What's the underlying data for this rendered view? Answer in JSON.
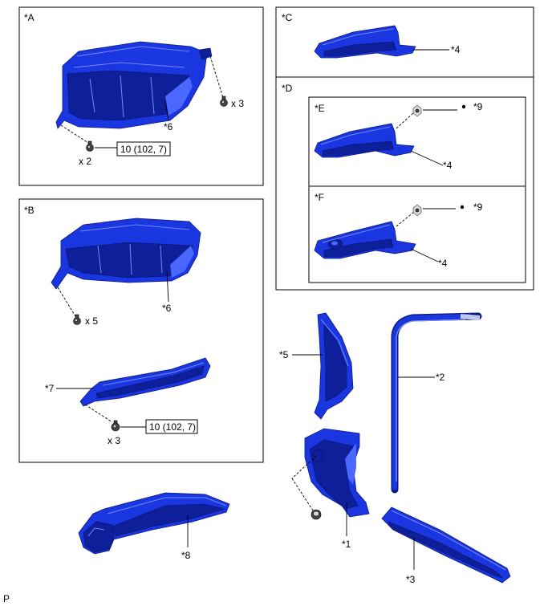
{
  "panels": {
    "A": {
      "label": "*A"
    },
    "B": {
      "label": "*B"
    },
    "C": {
      "label": "*C"
    },
    "D": {
      "label": "*D"
    },
    "E": {
      "label": "*E"
    },
    "F": {
      "label": "*F"
    }
  },
  "callouts": {
    "a_part6": "*6",
    "a_screw_count_right": "x 3",
    "a_screw_count_left": "x 2",
    "a_torque": "10 (102, 7)",
    "b_part6": "*6",
    "b_screw_count_upper": "x 5",
    "b_part7": "*7",
    "b_screw_count_lower": "x 3",
    "b_torque": "10 (102, 7)",
    "c_part4": "*4",
    "e_part9": "*9",
    "e_part4": "*4",
    "f_part9": "*9",
    "f_part4": "*4",
    "part5": "*5",
    "part2": "*2",
    "part1": "*1",
    "part3": "*3",
    "part8": "*8"
  },
  "footer": {
    "code": "P"
  },
  "colors": {
    "part": "#1a36e0",
    "outline": "#000000"
  }
}
